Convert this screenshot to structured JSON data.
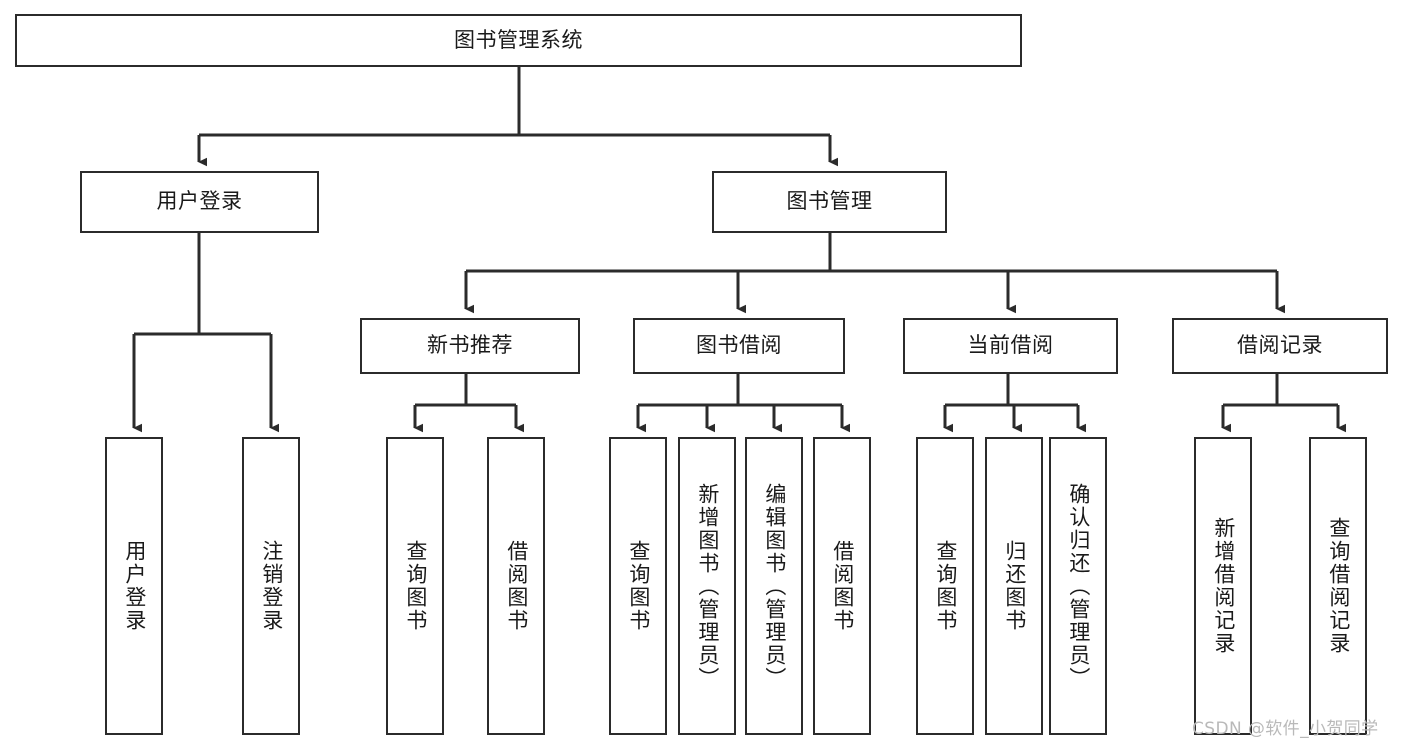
{
  "diagram": {
    "title": "图书管理系统",
    "type": "tree-hierarchy-diagram",
    "colors": {
      "box_border": "#2b2b2b",
      "connector": "#2b2b2b",
      "background": "#ffffff",
      "text": "#1a1a1a",
      "watermark": "#b9b9b9"
    },
    "watermark": "CSDN @软件_小贺同学"
  },
  "nodes": {
    "root": {
      "label": "图书管理系统"
    },
    "level2": [
      {
        "label": "用户登录"
      },
      {
        "label": "图书管理"
      }
    ],
    "level3": [
      {
        "label": "新书推荐"
      },
      {
        "label": "图书借阅"
      },
      {
        "label": "当前借阅"
      },
      {
        "label": "借阅记录"
      }
    ],
    "leaves": {
      "user_login": [
        {
          "label": "用户登录"
        },
        {
          "label": "注销登录"
        }
      ],
      "new_book_recommend": [
        {
          "label": "查询图书"
        },
        {
          "label": "借阅图书"
        }
      ],
      "book_borrow": [
        {
          "label": "查询图书"
        },
        {
          "label": "新增图书（管理员）"
        },
        {
          "label": "编辑图书（管理员）"
        },
        {
          "label": "借阅图书"
        }
      ],
      "current_borrow": [
        {
          "label": "查询图书"
        },
        {
          "label": "归还图书"
        },
        {
          "label": "确认归还（管理员）"
        }
      ],
      "borrow_record": [
        {
          "label": "新增借阅记录"
        },
        {
          "label": "查询借阅记录"
        }
      ]
    }
  }
}
